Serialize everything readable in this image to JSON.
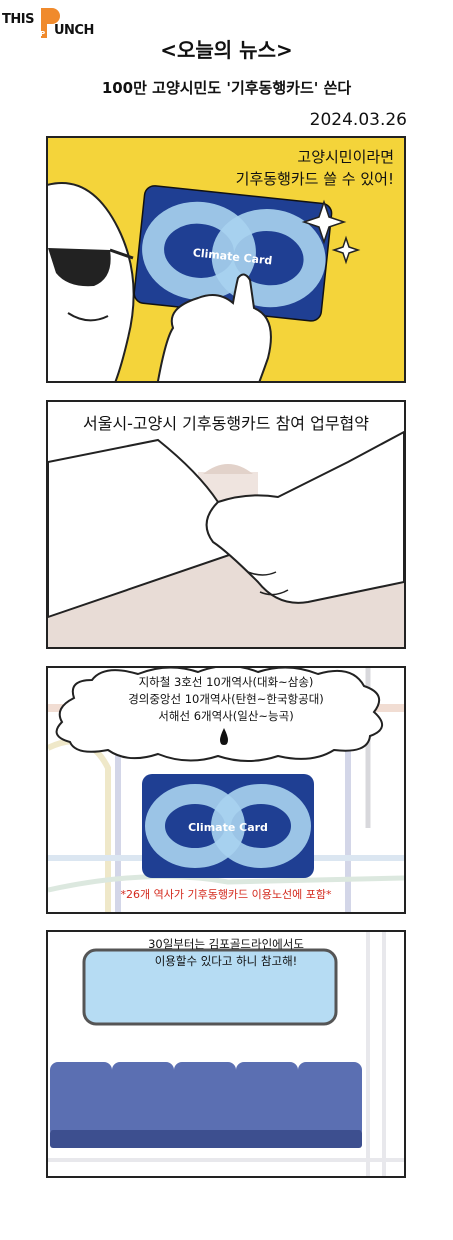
{
  "brand": {
    "logo_part1": "THIS",
    "logo_part2": "UNCH",
    "logo_letter": "P"
  },
  "header": {
    "title": "<오늘의 뉴스>",
    "headline": "100만 고양시민도 '기후동행카드' 쓴다",
    "date": "2024.03.26"
  },
  "panel1": {
    "caption_line1": "고양시민이라면",
    "caption_line2": "기후동행카드 쓸 수 있어!",
    "card_label": "Climate Card"
  },
  "panel2": {
    "caption": "서울시-고양시 기후동행카드 참여 업무협약"
  },
  "panel3": {
    "bubble_line1": "지하철 3호선 10개역사(대화~삼송)",
    "bubble_line2": "경의중앙선 10개역사(탄현~한국항공대)",
    "bubble_line3": "서해선 6개역사(일산~능곡)",
    "card_label": "Climate Card",
    "note": "*26개 역사가 기후동행카드 이용노선에 포함*"
  },
  "panel4": {
    "caption_line1": "30일부터는 김포골드라인에서도",
    "caption_line2": "이용할수 있다고 하니 참고해!"
  },
  "colors": {
    "yellow_bg": "#f4d43a",
    "card_blue": "#1f3f93",
    "card_light": "#a9d3f0",
    "note_red": "#d42a1e",
    "seat_blue": "#5b6fb2",
    "window_blue": "#b6dcf3"
  },
  "icons": [
    "sparkle-icon",
    "sunglasses-icon",
    "train-map-icon",
    "drop-icon",
    "logo-fist-icon"
  ]
}
